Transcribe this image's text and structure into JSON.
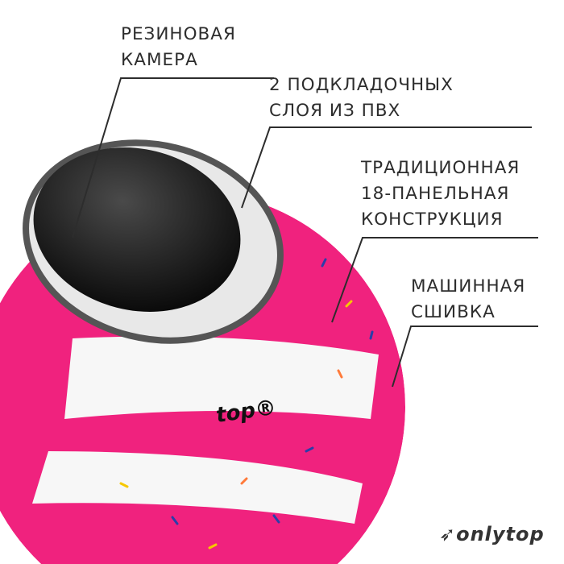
{
  "labels": {
    "inner_tube": [
      "РЕЗИНОВАЯ",
      "КАМЕРА"
    ],
    "layers": [
      "2 ПОДКЛАДОЧНЫХ",
      "СЛОЯ ИЗ ПВХ"
    ],
    "panels": [
      "ТРАДИЦИОННАЯ",
      "18-ПАНЕЛЬНАЯ",
      "КОНСТРУКЦИЯ"
    ],
    "stitching": [
      "МАШИННАЯ",
      "СШИВКА"
    ]
  },
  "brand": {
    "logo": "onlytop",
    "ball_print": "top®"
  },
  "colors": {
    "pink": "#f0227e",
    "shell": "#1a1a1a",
    "pvc": "#e6e6e6",
    "text": "#2d2d2d"
  }
}
